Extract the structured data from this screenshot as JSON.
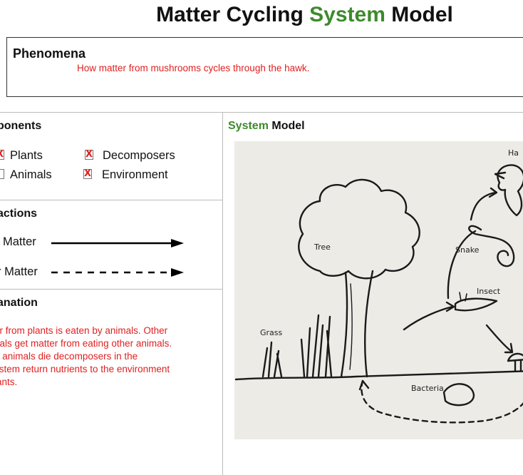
{
  "header": {
    "title_part1": "Matter Cycling ",
    "title_accent": "System",
    "title_part2": " Model"
  },
  "phenomena": {
    "title": "Phenomena",
    "text": "How matter from mushrooms cycles through the hawk."
  },
  "components": {
    "title": "ponents",
    "items": [
      {
        "label": "Plants",
        "checked": true
      },
      {
        "label": "Animals",
        "checked": false
      },
      {
        "label": "Decomposers",
        "checked": true
      },
      {
        "label": "Environment",
        "checked": true
      }
    ],
    "check_mark": "X"
  },
  "interactions": {
    "title": "actions",
    "solid_label": "Matter",
    "dashed_label": "r Matter"
  },
  "explanation": {
    "title": "anation",
    "text": "er from plants is eaten by animals.  Other\nnals get matter from eating other animals.\nn animals die decomposers in the\nystem  return nutrients to the environment\nlants."
  },
  "system_model": {
    "title_accent": "System",
    "title_rest": " Model",
    "drawing_labels": {
      "tree": "Tree",
      "grass": "Grass",
      "snake": "Snake",
      "insect": "Insect",
      "bacteria": "Bacteria",
      "hawk": "Ha"
    }
  },
  "colors": {
    "accent_green": "#3d8a2c",
    "annotation_red": "#e02020"
  }
}
